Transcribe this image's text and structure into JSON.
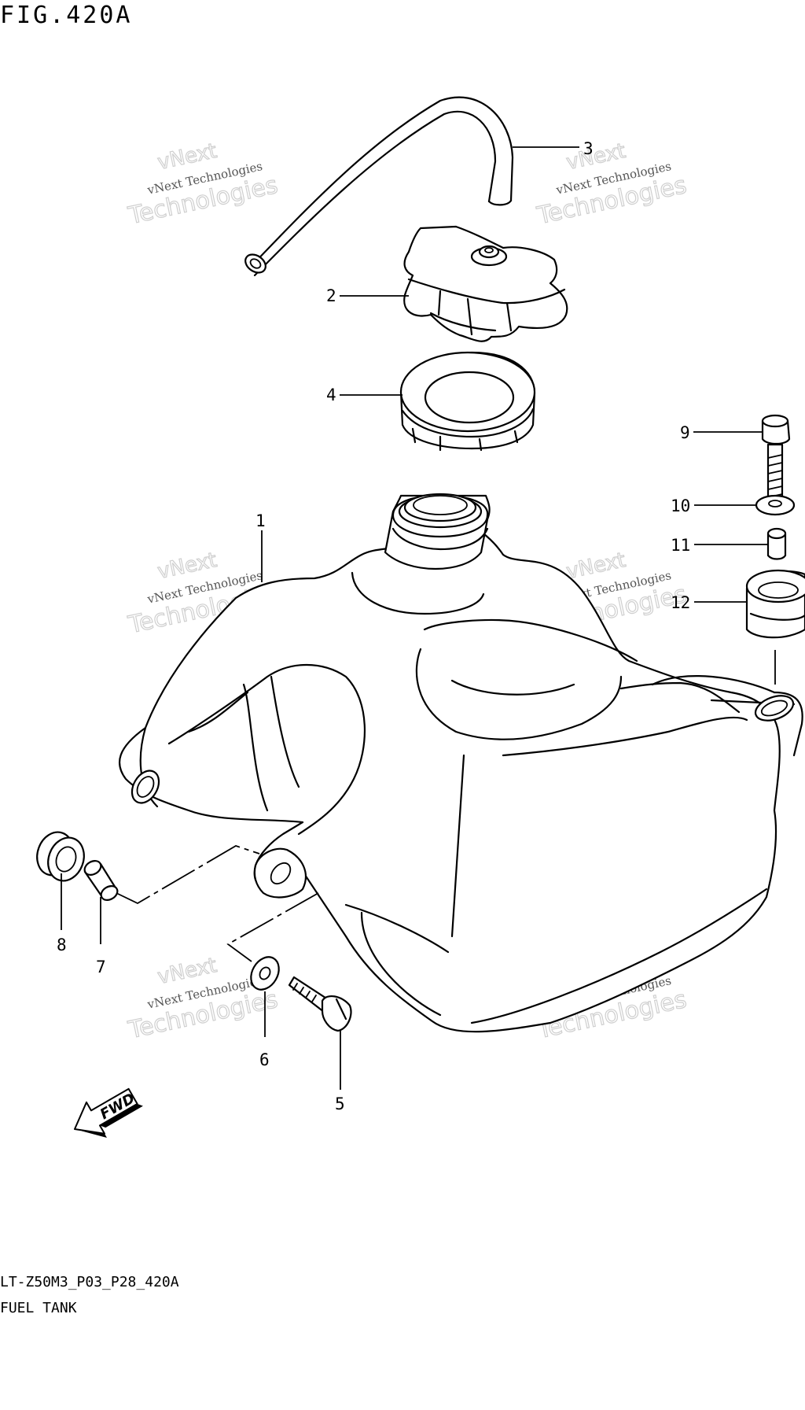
{
  "figure": {
    "title": "FIG.420A"
  },
  "footer": {
    "code": "LT-Z50M3_P03_P28_420A",
    "name": "FUEL TANK"
  },
  "callouts": {
    "c1": "1",
    "c2": "2",
    "c3": "3",
    "c4": "4",
    "c5": "5",
    "c6": "6",
    "c7": "7",
    "c8": "8",
    "c9": "9",
    "c10": "10",
    "c11": "11",
    "c12": "12"
  },
  "watermark": {
    "line1": "vNext Technologies",
    "line2": "vNext",
    "line3": "Technologies"
  },
  "fwd_arrow": {
    "label": "FWD"
  }
}
